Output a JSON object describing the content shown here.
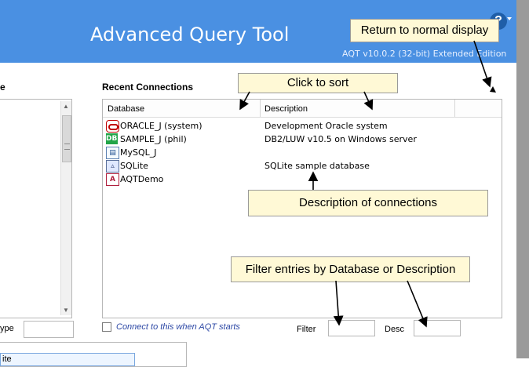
{
  "header": {
    "title": "Advanced Query Tool",
    "version": "AQT v10.0.2 (32-bit) Extended Edition",
    "help_symbol": "?"
  },
  "callouts": {
    "return_normal": "Return to normal display",
    "click_to_sort": "Click to sort",
    "description_of_connections": "Description of connections",
    "filter_entries": "Filter entries by Database or Description"
  },
  "left_panel": {
    "heading_fragment": "e",
    "type_label_fragment": "ype",
    "bottom_tab_fragment": "ite"
  },
  "recent_connections": {
    "heading": "Recent Connections",
    "columns": {
      "database": "Database",
      "description": "Description"
    },
    "rows": [
      {
        "database": "ORACLE_J (system)",
        "description": "Development Oracle system",
        "icon": "oracle-icon"
      },
      {
        "database": "SAMPLE_J (phil)",
        "description": "DB2/LUW v10.5 on Windows server",
        "icon": "db2-icon"
      },
      {
        "database": "MySQL_J",
        "description": "",
        "icon": "mysql-icon"
      },
      {
        "database": "SQLite",
        "description": "SQLite sample database",
        "icon": "sqlite-icon"
      },
      {
        "database": "AQTDemo",
        "description": "",
        "icon": "access-icon"
      }
    ]
  },
  "options": {
    "connect_on_start": "Connect to this when AQT starts"
  },
  "filters": {
    "filter_label": "Filter",
    "filter_value": "",
    "desc_label": "Desc",
    "desc_value": ""
  },
  "icon_glyphs": {
    "db2": "DB2",
    "mysql": "▤",
    "sqlite": "▵",
    "access": "A"
  },
  "colors": {
    "banner": "#4a90e2",
    "callout_bg": "#fff9d6",
    "link_blue": "#2d48a5"
  }
}
